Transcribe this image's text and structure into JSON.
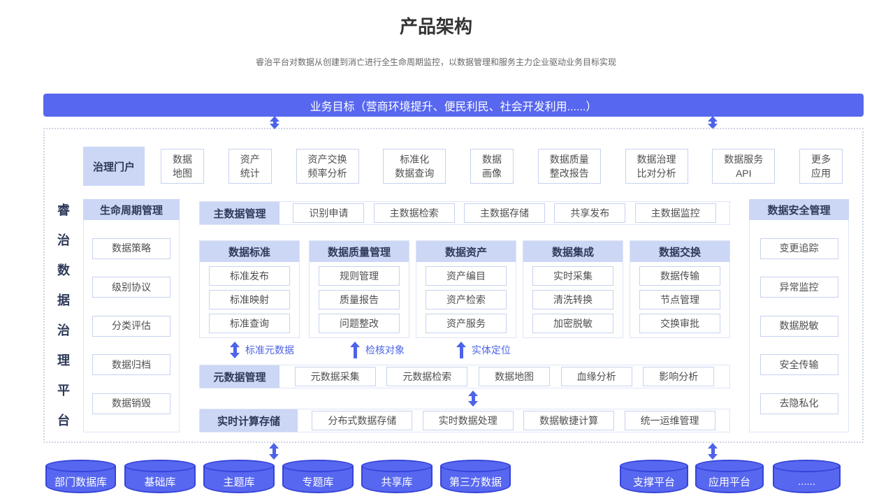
{
  "title": "产品架构",
  "subtitle": "睿治平台对数据从创建到消亡进行全生命周期监控，以数据管理和服务主力企业驱动业务目标实现",
  "banner": {
    "label": "业务目标（营商环境提升、便民利民、社会开发利用......）"
  },
  "platform": {
    "name": "睿治数据治理平台",
    "chars": [
      "睿",
      "治",
      "数",
      "据",
      "治",
      "理",
      "平",
      "台"
    ]
  },
  "portal": {
    "header": "治理门户",
    "items": [
      "数据\n地图",
      "资产\n统计",
      "资产交换\n频率分析",
      "标准化\n数据查询",
      "数据\n画像",
      "数据质量\n整改报告",
      "数据治理\n比对分析",
      "数据服务\nAPI",
      "更多\n应用"
    ]
  },
  "lifecycle": {
    "header": "生命周期管理",
    "items": [
      "数据策略",
      "级别协议",
      "分类评估",
      "数据归档",
      "数据销毁"
    ]
  },
  "master": {
    "header": "主数据管理",
    "items": [
      "识别申请",
      "主数据检索",
      "主数据存储",
      "共享发布",
      "主数据监控"
    ]
  },
  "columns": [
    {
      "header": "数据标准",
      "items": [
        "标准发布",
        "标准映射",
        "标准查询"
      ]
    },
    {
      "header": "数据质量管理",
      "items": [
        "规则管理",
        "质量报告",
        "问题整改"
      ]
    },
    {
      "header": "数据资产",
      "items": [
        "资产编目",
        "资产检索",
        "资产服务"
      ]
    },
    {
      "header": "数据集成",
      "items": [
        "实时采集",
        "清洗转换",
        "加密脱敏"
      ]
    },
    {
      "header": "数据交换",
      "items": [
        "数据传输",
        "节点管理",
        "交换审批"
      ]
    }
  ],
  "flows": [
    {
      "label": "标准元数据",
      "arrow": "double"
    },
    {
      "label": "检核对象",
      "arrow": "up"
    },
    {
      "label": "实体定位",
      "arrow": "up"
    }
  ],
  "metadata": {
    "header": "元数据管理",
    "items": [
      "元数据采集",
      "元数据检索",
      "数据地图",
      "血缘分析",
      "影响分析"
    ]
  },
  "realtime": {
    "header": "实时计算存储",
    "items": [
      "分布式数据存储",
      "实时数据处理",
      "数据敏捷计算",
      "统一运维管理"
    ]
  },
  "security": {
    "header": "数据安全管理",
    "items": [
      "变更追踪",
      "异常监控",
      "数据脱敏",
      "安全传输",
      "去隐私化"
    ]
  },
  "databases": [
    "部门数据库",
    "基础库",
    "主题库",
    "专题库",
    "共享库",
    "第三方数据"
  ],
  "platforms": [
    "支撑平台",
    "应用平台",
    "......"
  ],
  "colors": {
    "primary": "#5767ef",
    "arrow": "#4d63e8",
    "header_bg": "#ccd6f5",
    "box_border": "#c7d2f0",
    "panel_border": "#dfe5f7",
    "cylinder_border": "#3644d9",
    "heading_text": "#2e3a59",
    "box_text": "#4f4f4f"
  }
}
